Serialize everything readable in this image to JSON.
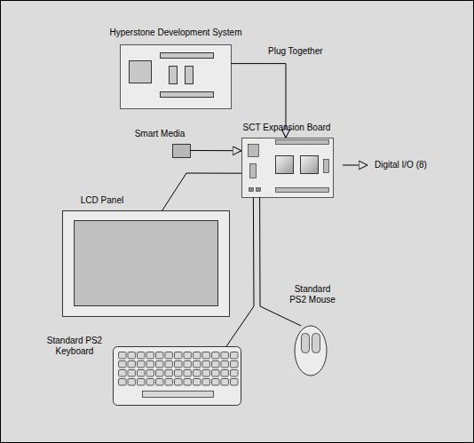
{
  "diagram": {
    "nodes": [
      {
        "text": [
          "Hyperstone Development System"
        ]
      },
      {
        "text": [
          "SCT Expansion Board"
        ]
      },
      {
        "text": [
          "Smart Media"
        ]
      },
      {
        "text": [
          "LCD Panel"
        ]
      },
      {
        "text": [
          "Standard PS2 Keyboard"
        ]
      },
      {
        "text": [
          "Standard PS2 Mouse"
        ]
      }
    ],
    "edges": [
      {
        "from": 0,
        "to": 1,
        "arrow": "to",
        "label": "Plug Together"
      },
      {
        "from": 2,
        "to": 1,
        "arrow": "to"
      },
      {
        "from": 1,
        "to": 3,
        "arrow": "none"
      },
      {
        "from": 1,
        "to": 4,
        "arrow": "none"
      },
      {
        "from": 1,
        "to": 5,
        "arrow": "none"
      }
    ],
    "labels": [
      "Digital I/O (8)"
    ]
  }
}
